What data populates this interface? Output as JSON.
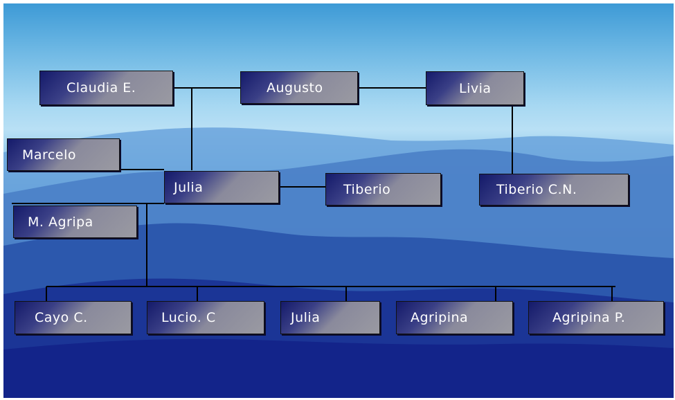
{
  "family_tree": {
    "people": {
      "claudia": "Claudia E.",
      "augusto": "Augusto",
      "livia": "Livia",
      "marcelo": "Marcelo",
      "julia_mother": "Julia",
      "tiberio": "Tiberio",
      "tiberio_cn": "Tiberio C.N.",
      "agripa": "M. Agripa",
      "cayo": "Cayo C.",
      "lucio": "Lucio. C",
      "julia_child": "Julia",
      "agripina": "Agripina",
      "agripina_p": "Agripina P."
    }
  },
  "colors": {
    "box_dark": "#141a6a",
    "box_light": "#9a9aa2",
    "line": "#000000",
    "sky": "#b9e0f5",
    "mountain_far": "#5b95d4",
    "mountain_near": "#14258a"
  }
}
